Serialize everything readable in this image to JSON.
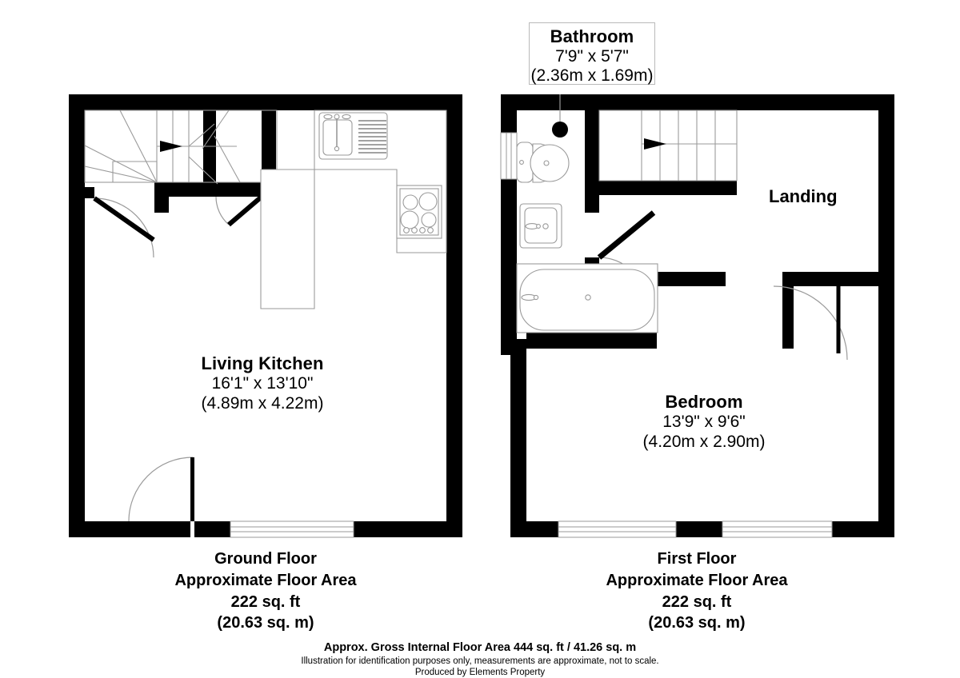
{
  "document": {
    "type": "floor-plan",
    "producer_line": "Produced by Elements Property",
    "disclaimer": "Illustration for identification purposes only, measurements are approximate, not to scale.",
    "gross_area_line": "Approx. Gross Internal Floor Area 444 sq. ft / 41.26 sq. m"
  },
  "colors": {
    "wall": "#000000",
    "background": "#ffffff",
    "fixture_line": "#9a9a9a",
    "door_arc": "#9a9a9a",
    "callout_border": "#b9b9b9",
    "text": "#000000"
  },
  "callouts": {
    "bathroom": {
      "name": "Bathroom",
      "dim_imperial": "7'9\" x 5'7\"",
      "dim_metric": "(2.36m x 1.69m)"
    }
  },
  "ground_floor": {
    "caption_title": "Ground Floor",
    "caption_area_label": "Approximate Floor Area",
    "caption_area_ft": "222 sq. ft",
    "caption_area_m": "(20.63 sq. m)",
    "rooms": [
      {
        "name": "Living Kitchen",
        "dim_imperial": "16'1\" x 13'10\"",
        "dim_metric": "(4.89m x 4.22m)"
      }
    ]
  },
  "first_floor": {
    "caption_title": "First Floor",
    "caption_area_label": "Approximate Floor Area",
    "caption_area_ft": "222 sq. ft",
    "caption_area_m": "(20.63 sq. m)",
    "rooms": [
      {
        "name": "Landing",
        "dim_imperial": "",
        "dim_metric": ""
      },
      {
        "name": "Bedroom",
        "dim_imperial": "13'9\" x 9'6\"",
        "dim_metric": "(4.20m x 2.90m)"
      }
    ]
  }
}
